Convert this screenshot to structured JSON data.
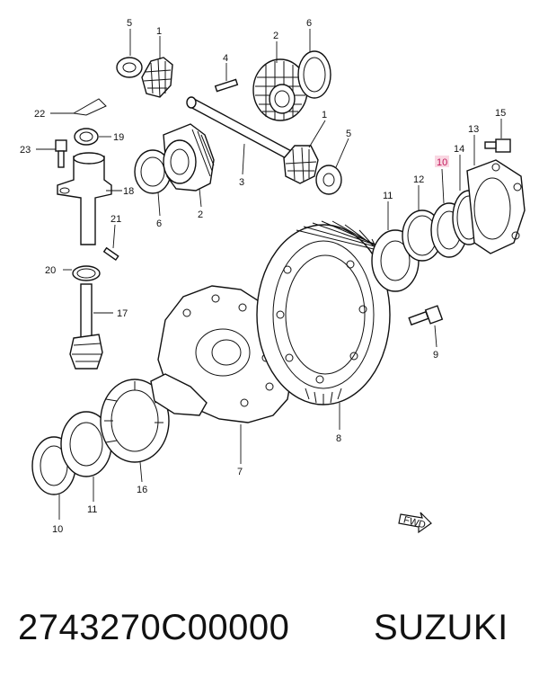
{
  "diagram": {
    "callouts": {
      "c1a": "1",
      "c1b": "1",
      "c2a": "2",
      "c2b": "2",
      "c3": "3",
      "c4": "4",
      "c5a": "5",
      "c5b": "5",
      "c6a": "6",
      "c6b": "6",
      "c7": "7",
      "c8": "8",
      "c9": "9",
      "c10a": "10",
      "c10b": "10",
      "c11a": "11",
      "c11b": "11",
      "c12": "12",
      "c13": "13",
      "c14": "14",
      "c15": "15",
      "c16": "16",
      "c17": "17",
      "c18": "18",
      "c19": "19",
      "c20": "20",
      "c21": "21",
      "c22": "22",
      "c23": "23"
    },
    "highlighted_callout": "10",
    "fwd_label": "FWD"
  },
  "footer": {
    "part_number": "2743270C00000",
    "brand": "SUZUKI"
  }
}
